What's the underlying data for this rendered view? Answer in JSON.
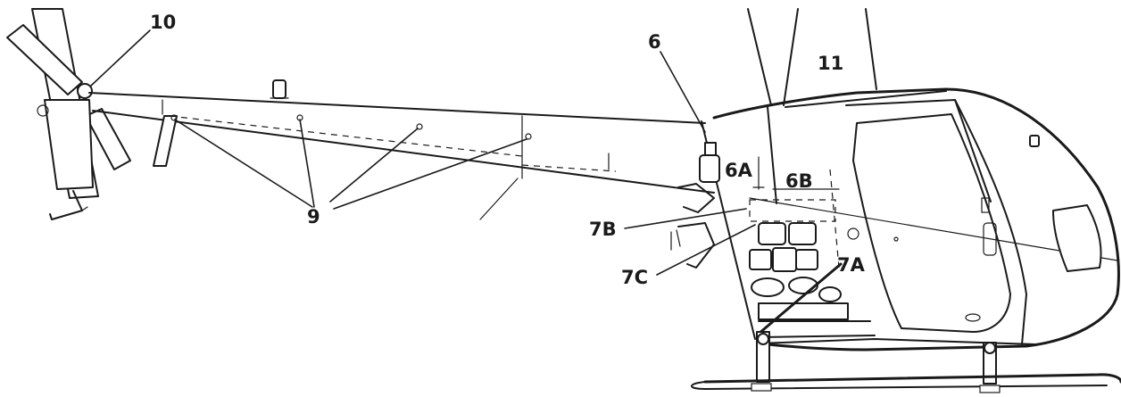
{
  "callouts": {
    "c10": "10",
    "c6": "6",
    "c6A": "6A",
    "c6B": "6B",
    "c7A": "7A",
    "c7B": "7B",
    "c7C": "7C",
    "c9": "9",
    "c11": "11"
  }
}
